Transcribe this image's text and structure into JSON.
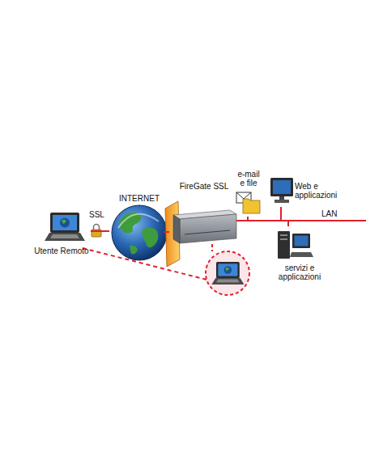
{
  "diagram": {
    "nodes": [
      {
        "text": [
          "Utente Remoto"
        ]
      },
      {
        "text": [
          "INTERNET"
        ]
      },
      {
        "text": [
          "FireGate SSL"
        ]
      },
      {
        "text": [
          "e-mail e file"
        ]
      },
      {
        "text": [
          "Web e applicazioni"
        ]
      },
      {
        "text": [
          "servizi e applicazioni"
        ]
      }
    ],
    "edges": [
      {
        "from": 0,
        "to": 1,
        "arrow": "none"
      },
      {
        "from": 1,
        "to": 2,
        "arrow": "none"
      },
      {
        "from": 2,
        "to": 3,
        "arrow": "none"
      },
      {
        "from": 2,
        "to": 4,
        "arrow": "none"
      },
      {
        "from": 2,
        "to": 5,
        "arrow": "none"
      }
    ],
    "labels": [
      "SSL",
      "LAN"
    ]
  }
}
